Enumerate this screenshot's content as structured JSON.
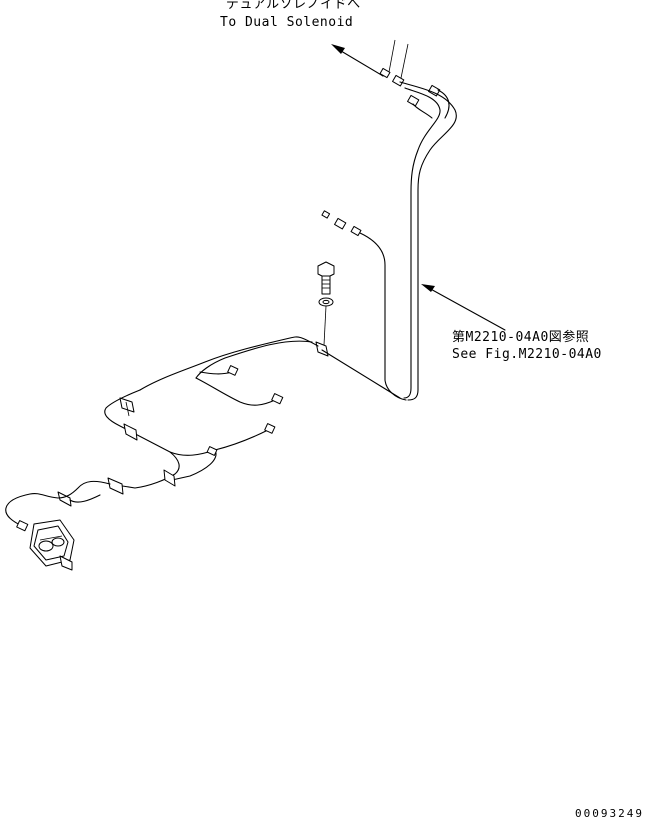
{
  "labels": {
    "dual_solenoid_jp": "デュアルソレノイドへ",
    "dual_solenoid_en": "To Dual Solenoid",
    "fig_ref_jp": "第M2210-04A0図参照",
    "fig_ref_en": "See Fig.M2210-04A0",
    "drawing_number": "00093249"
  },
  "colors": {
    "line": "#000000",
    "background": "#ffffff"
  }
}
